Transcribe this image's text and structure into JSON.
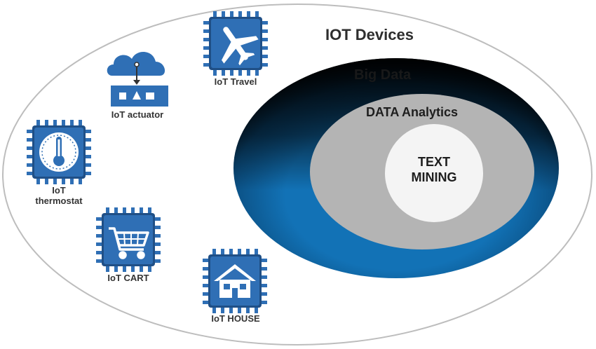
{
  "title": "IOT Devices",
  "circles": {
    "big_data": "Big Data",
    "data_analytics": "DATA Analytics",
    "text_mining_line1": "TEXT",
    "text_mining_line2": "MINING"
  },
  "devices": [
    {
      "id": "travel",
      "label_line1": "IoT Travel",
      "label_line2": "",
      "icon": "airplane-icon"
    },
    {
      "id": "actuator",
      "label_line1": "IoT actuator",
      "label_line2": "",
      "icon": "cloud-actuator-icon"
    },
    {
      "id": "thermostat",
      "label_line1": "IoT",
      "label_line2": "thermostat",
      "icon": "thermometer-gauge-icon"
    },
    {
      "id": "cart",
      "label_line1": "IoT CART",
      "label_line2": "",
      "icon": "shopping-cart-icon"
    },
    {
      "id": "house",
      "label_line1": "IoT HOUSE",
      "label_line2": "",
      "icon": "house-icon"
    }
  ],
  "colors": {
    "chip_blue": "#2f6fb5",
    "chip_dark": "#1f4f86",
    "ring_blue": "#1170b4",
    "ring_dark": "#061522",
    "analytics_gray": "#b4b4b4",
    "core_white": "#f4f4f4",
    "outer_stroke": "#bdbdbd"
  }
}
